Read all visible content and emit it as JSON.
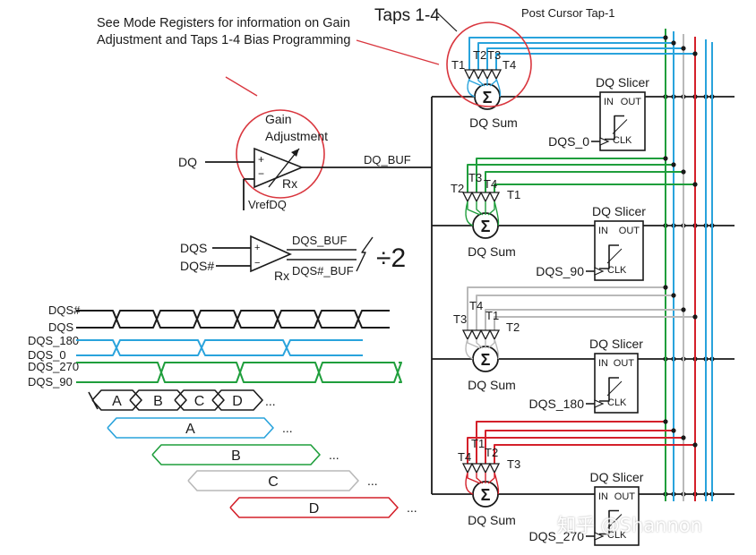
{
  "note": "See Mode Registers for information on Gain Adjustment and Taps 1-4 Bias Programming",
  "labels": {
    "taps": "Taps 1-4",
    "post_cursor": "Post Cursor Tap-1",
    "gain_adj_1": "Gain",
    "gain_adj_2": "Adjustment",
    "dq": "DQ",
    "dq_buf": "DQ_BUF",
    "vrefdq": "VrefDQ",
    "rx": "Rx",
    "dqs": "DQS",
    "dqs_n": "DQS#",
    "dqs_buf": "DQS_BUF",
    "dqs_n_buf": "DQS#_BUF",
    "div2": "÷2",
    "plus": "+",
    "minus": "−",
    "dq_sum": "DQ Sum",
    "dq_slicer": "DQ Slicer",
    "slicer_in": "IN",
    "slicer_out": "OUT",
    "slicer_clk": "CLK",
    "sigma": "Σ",
    "t1": "T1",
    "t2": "T2",
    "t3": "T3",
    "t4": "T4"
  },
  "slicer_clocks": [
    "DQS_0",
    "DQS_90",
    "DQS_180",
    "DQS_270"
  ],
  "timing": {
    "signals": [
      "DQS#",
      "DQS",
      "DQS_180",
      "DQS_0",
      "DQS_270",
      "DQS_90"
    ],
    "bits_row": [
      "A",
      "B",
      "C",
      "D"
    ],
    "ellipsis": "...",
    "lanes": [
      "A",
      "B",
      "C",
      "D"
    ]
  },
  "colors": {
    "dqs_0_180": "#29a3dc",
    "dqs_90_270": "#1f9e3c",
    "gray": "#b9b9b9",
    "red": "#d4202a",
    "circle": "#d9363e",
    "ink": "#1a1a1a"
  },
  "watermark": "知乎 @Shannon"
}
